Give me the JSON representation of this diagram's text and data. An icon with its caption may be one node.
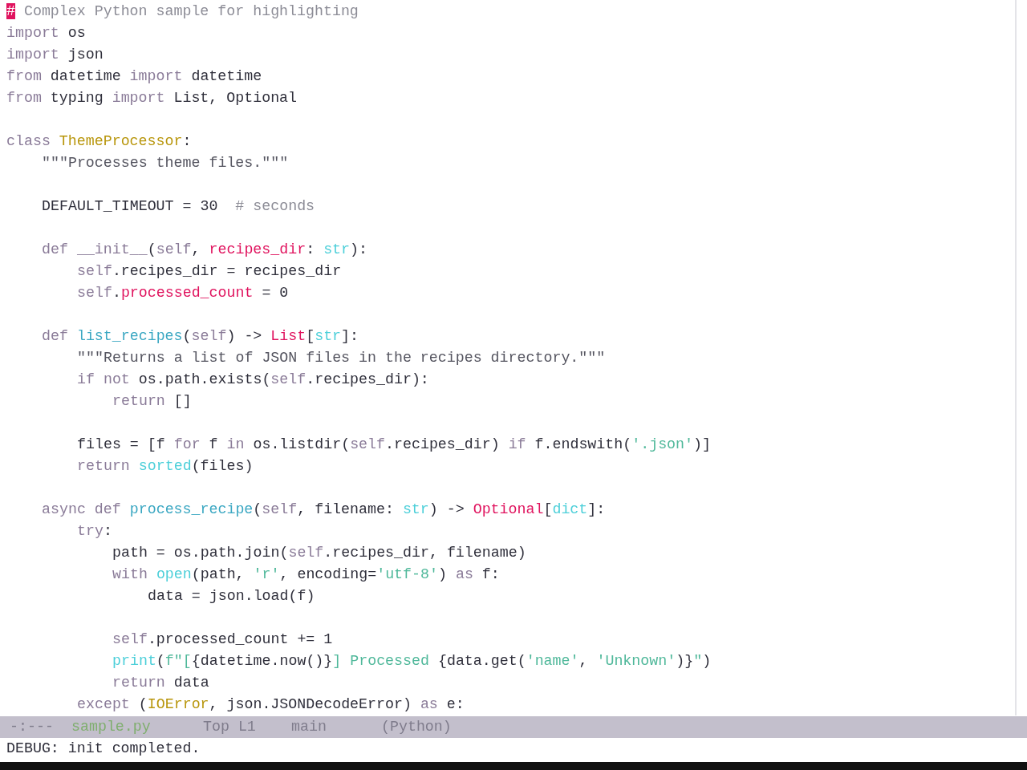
{
  "diagram": {
    "labels": [
      "# Complex Python sample for highlighting",
      "import os",
      "import json",
      "from datetime import datetime",
      "from typing import List, Optional",
      "class ThemeProcessor:",
      "\"\"\"Processes theme files.\"\"\"",
      "DEFAULT_TIMEOUT = 30  # seconds",
      "def __init__(self, recipes_dir: str):",
      "self.recipes_dir = recipes_dir",
      "self.processed_count = 0",
      "def list_recipes(self) -> List[str]:",
      "\"\"\"Returns a list of JSON files in the recipes directory.\"\"\"",
      "if not os.path.exists(self.recipes_dir):",
      "return []",
      "files = [f for f in os.listdir(self.recipes_dir) if f.endswith('.json')]",
      "return sorted(files)",
      "async def process_recipe(self, filename: str) -> Optional[dict]:",
      "try:",
      "path = os.path.join(self.recipes_dir, filename)",
      "with open(path, 'r', encoding='utf-8') as f:",
      "data = json.load(f)",
      "self.processed_count += 1",
      "print(f\"[{datetime.now()}] Processed {data.get('name', 'Unknown')}\")",
      "return data",
      "except (IOError, json.JSONDecodeError) as e:",
      "-:---",
      "sample.py",
      "Top L1",
      "main",
      "(Python)",
      "DEBUG: init completed."
    ]
  }
}
